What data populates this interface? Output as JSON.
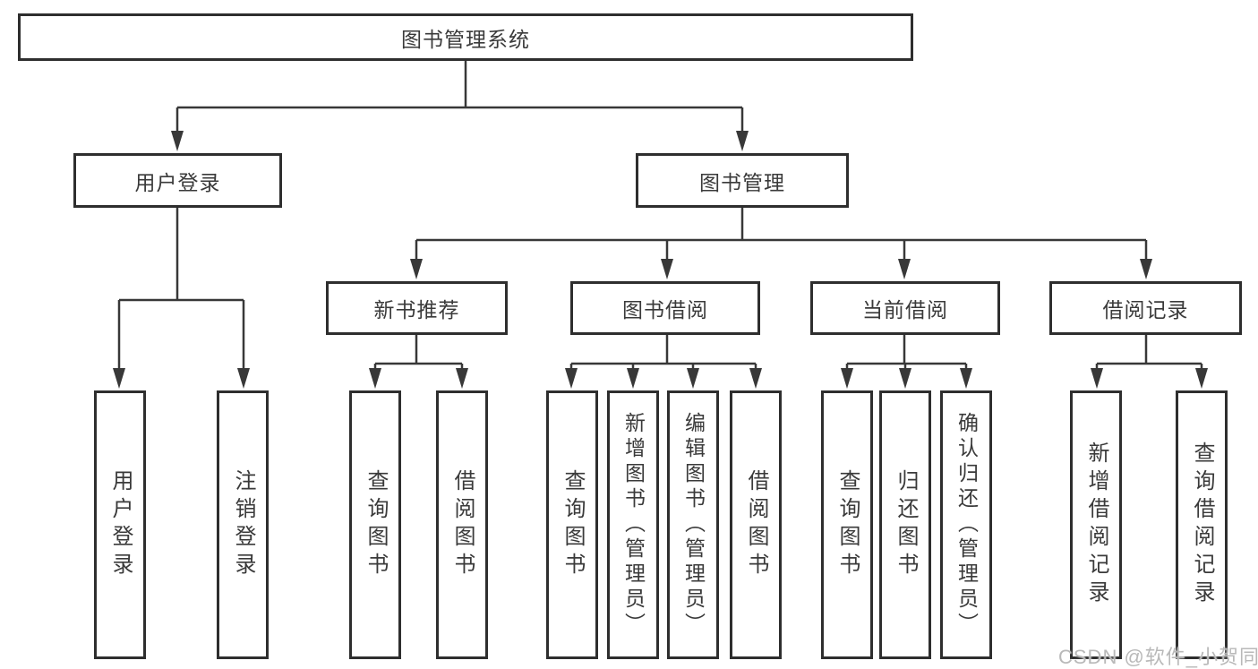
{
  "diagram": {
    "title": "图书管理系统",
    "level2": {
      "user_login": "用户登录",
      "book_mgmt": "图书管理"
    },
    "level3": {
      "new_books": "新书推荐",
      "book_borrow": "图书借阅",
      "current_borrow": "当前借阅",
      "borrow_records": "借阅记录"
    },
    "leaves": {
      "user_login": "用户登录",
      "logout": "注销登录",
      "nb_query_books": "查询图书",
      "nb_borrow_books": "借阅图书",
      "bw_query_books": "查询图书",
      "bw_add_books": "新增图书（管理员）",
      "bw_edit_books": "编辑图书（管理员）",
      "bw_borrow_books": "借阅图书",
      "cur_query_books": "查询图书",
      "cur_return_books": "归还图书",
      "cur_confirm_return": "确认归还（管理员）",
      "rec_add_record": "新增借阅记录",
      "rec_query_record": "查询借阅记录"
    }
  },
  "watermark": "CSDN @软件_小贺同学",
  "colors": {
    "line": "#383838",
    "border": "#2e2e2e",
    "text": "#3a3a3a",
    "watermark": "#b9b9b9",
    "background": "#ffffff"
  }
}
